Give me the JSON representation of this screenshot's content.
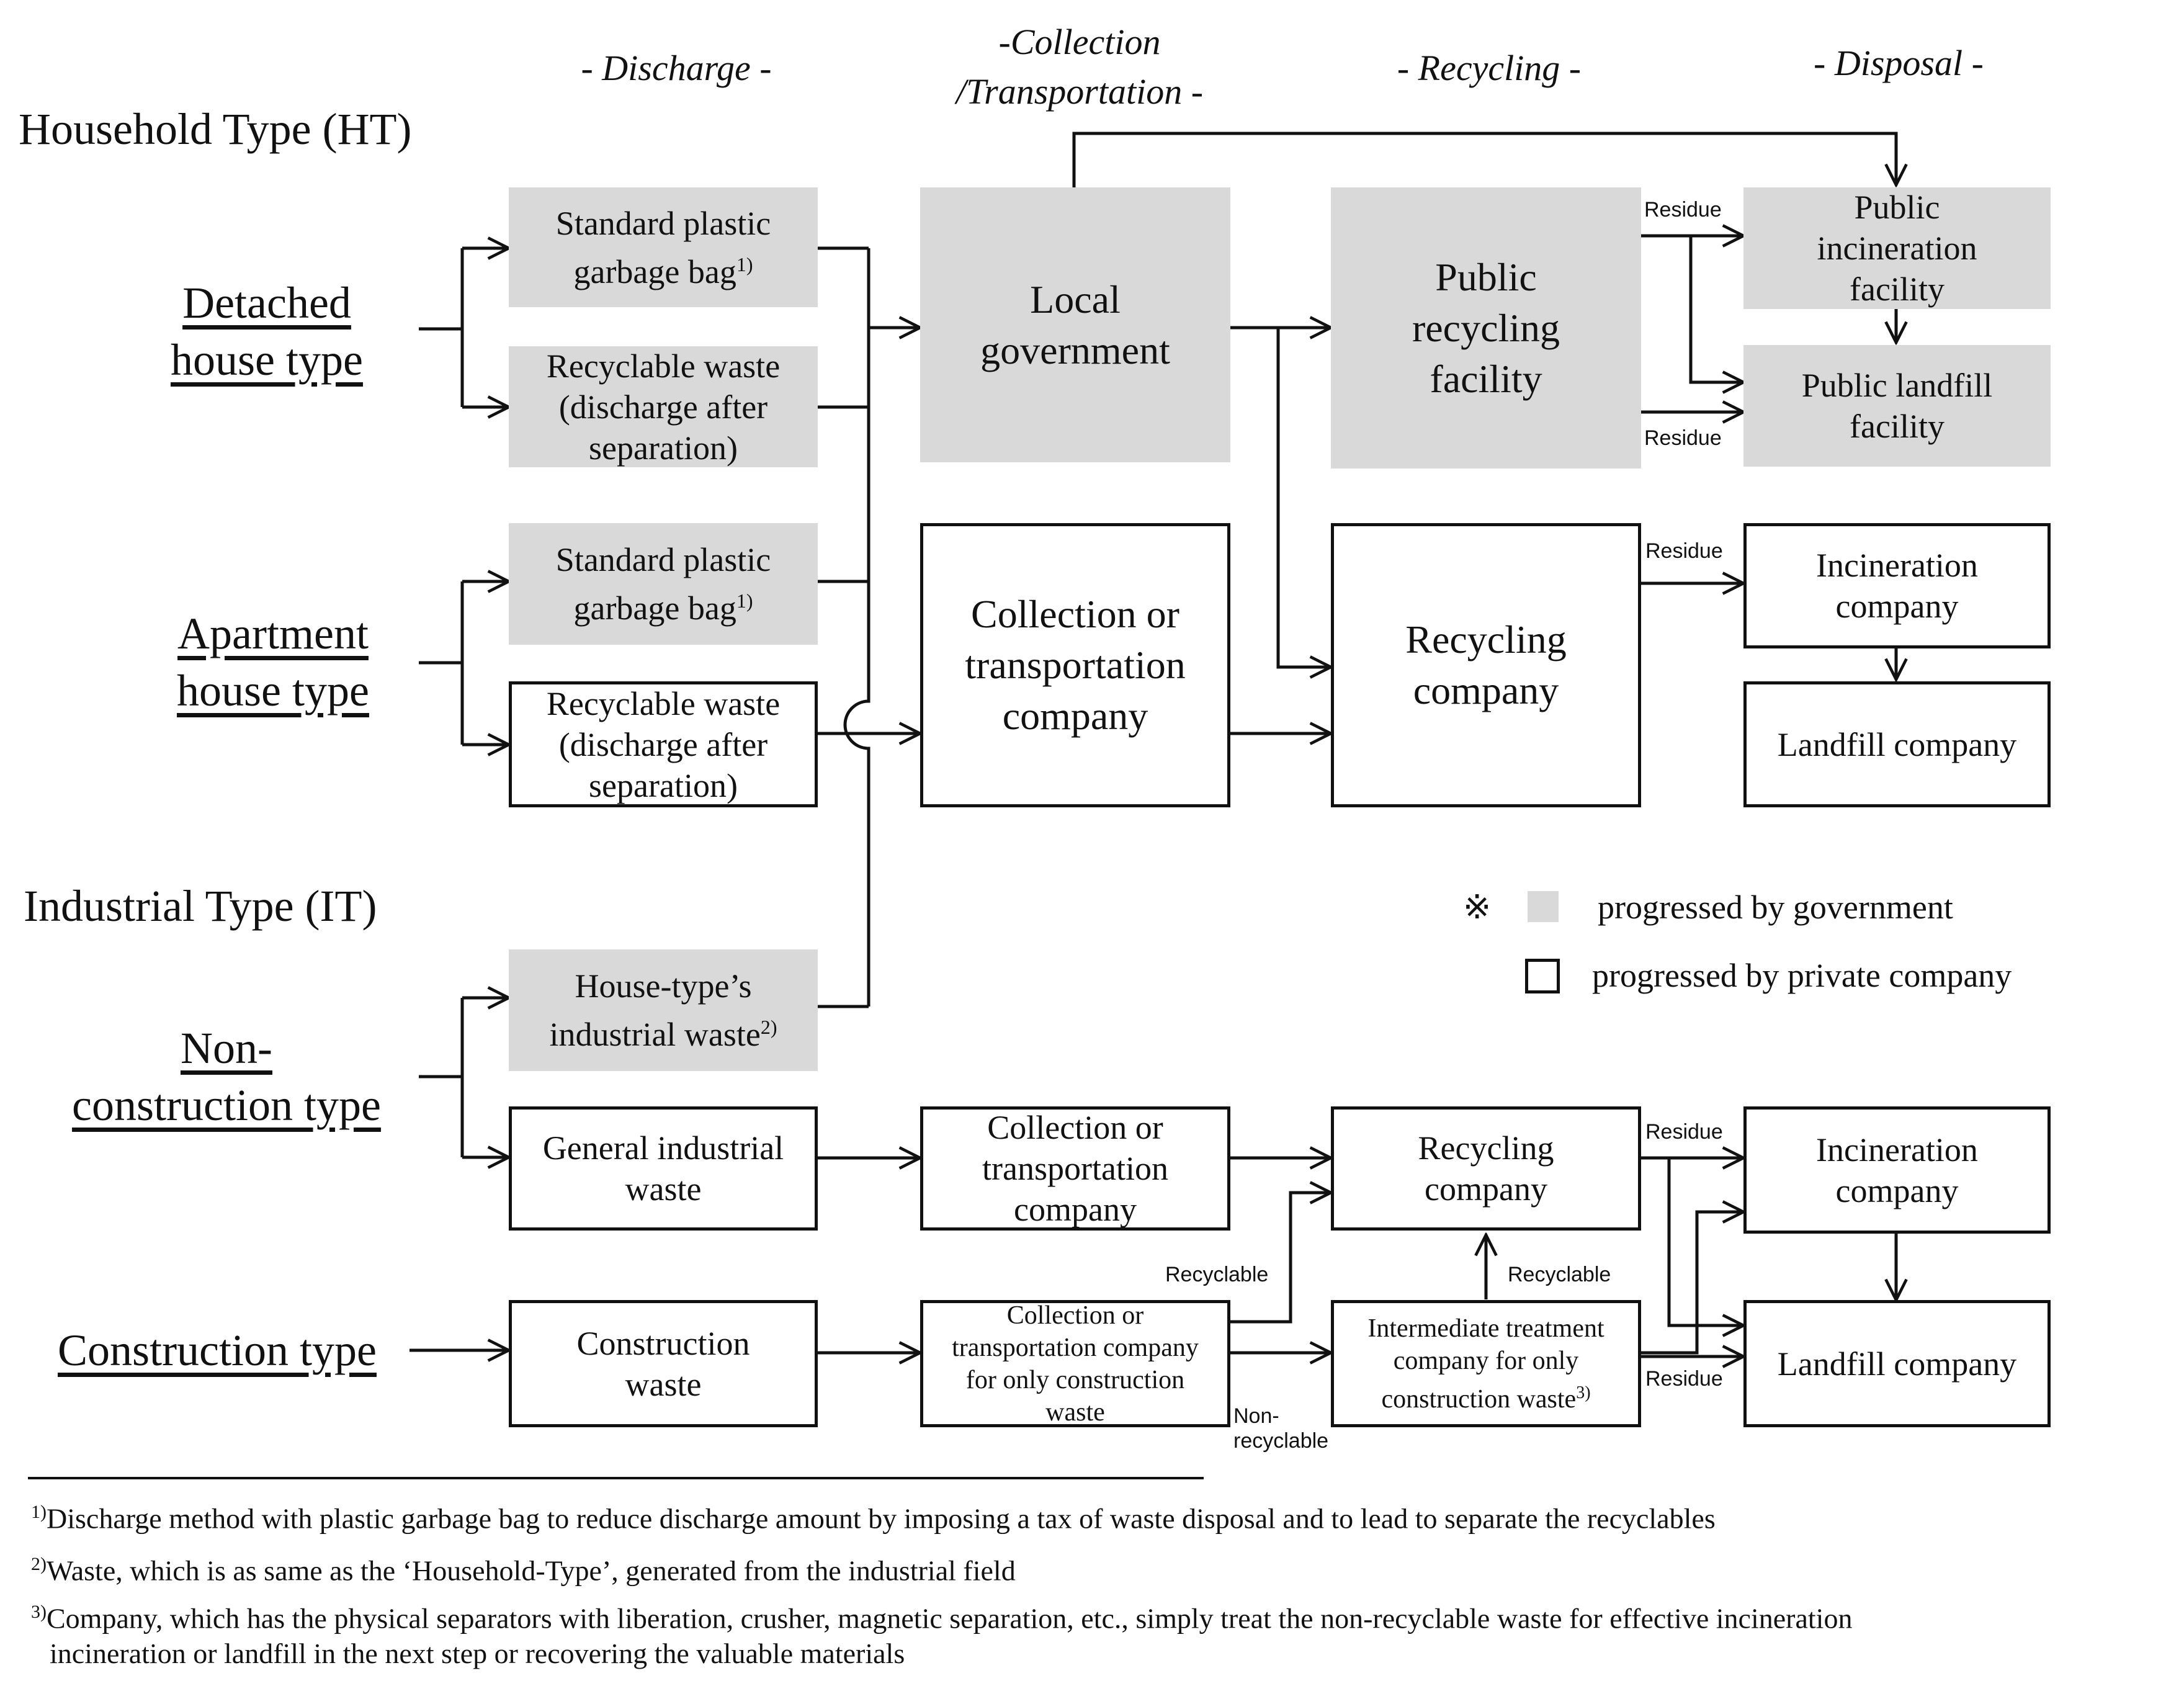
{
  "phases": {
    "discharge": "- Discharge -",
    "collection_line1": "-Collection",
    "collection_line2": "/Transportation -",
    "recycling": "- Recycling -",
    "disposal": "- Disposal -"
  },
  "sections": {
    "household": "Household Type (HT)",
    "industrial": "Industrial Type (IT)"
  },
  "sources": {
    "detached": [
      "Detached",
      "house type"
    ],
    "apartment": [
      "Apartment",
      "house type"
    ],
    "nonconstruction": [
      "Non-",
      "construction type"
    ],
    "construction": [
      "Construction type"
    ]
  },
  "boxes": {
    "det_bag": [
      "Standard plastic",
      "garbage bag"
    ],
    "det_bag_sup": "1)",
    "det_recyc": [
      "Recyclable waste",
      "(discharge after",
      "separation)"
    ],
    "apt_bag": [
      "Standard plastic",
      "garbage bag"
    ],
    "apt_bag_sup": "1)",
    "apt_recyc": [
      "Recyclable waste",
      "(discharge after",
      "separation)"
    ],
    "house_ind": [
      "House-type’s",
      "industrial waste"
    ],
    "house_ind_sup": "2)",
    "gen_ind": [
      "General industrial",
      "waste"
    ],
    "constr_waste": [
      "Construction",
      "waste"
    ],
    "local_gov": [
      "Local",
      "government"
    ],
    "coll_comp": [
      "Collection or",
      "transportation",
      "company"
    ],
    "coll_comp2": [
      "Collection or",
      "transportation",
      "company"
    ],
    "coll_constr": [
      "Collection or",
      "transportation company",
      "for only construction",
      "waste"
    ],
    "pub_recyc": [
      "Public",
      "recycling",
      "facility"
    ],
    "recyc_comp": [
      "Recycling",
      "company"
    ],
    "recyc_comp2": [
      "Recycling",
      "company"
    ],
    "intermediate": [
      "Intermediate treatment",
      "company for only",
      "construction waste"
    ],
    "intermediate_sup": "3)",
    "pub_incin": [
      "Public",
      "incineration",
      "facility"
    ],
    "pub_landfill": [
      "Public landfill",
      "facility"
    ],
    "incin_comp": [
      "Incineration",
      "company"
    ],
    "landfill_comp": [
      "Landfill company"
    ],
    "incin_comp2": [
      "Incineration",
      "company"
    ],
    "landfill_comp2": [
      "Landfill company"
    ]
  },
  "edge_labels": {
    "residue_1": "Residue",
    "residue_2": "Residue",
    "residue_3": "Residue",
    "residue_4": "Residue",
    "residue_5": "Residue",
    "recyclable_1": "Recyclable",
    "recyclable_2": "Recyclable",
    "nonrecyclable_1": "Non-",
    "nonrecyclable_2": "recyclable"
  },
  "legend": {
    "symbol": "※",
    "government": "progressed by government",
    "private": "progressed by private company"
  },
  "footnotes": {
    "n1_mark": "1)",
    "n1": "Discharge method with plastic garbage bag to reduce discharge amount by imposing a tax of waste disposal and to lead to separate the recyclables",
    "n2_mark": "2)",
    "n2": "Waste, which is as same as the ‘Household-Type’, generated from the industrial field",
    "n3_mark": "3)",
    "n3_line1": "Company, which has the physical separators with liberation, crusher, magnetic separation, etc., simply treat the non-recyclable waste for effective incineration",
    "n3_line2": "incineration or landfill in the next step or recovering the valuable materials"
  },
  "colors": {
    "government_fill": "#d9d9d9",
    "private_fill": "#ffffff",
    "stroke": "#111111"
  }
}
